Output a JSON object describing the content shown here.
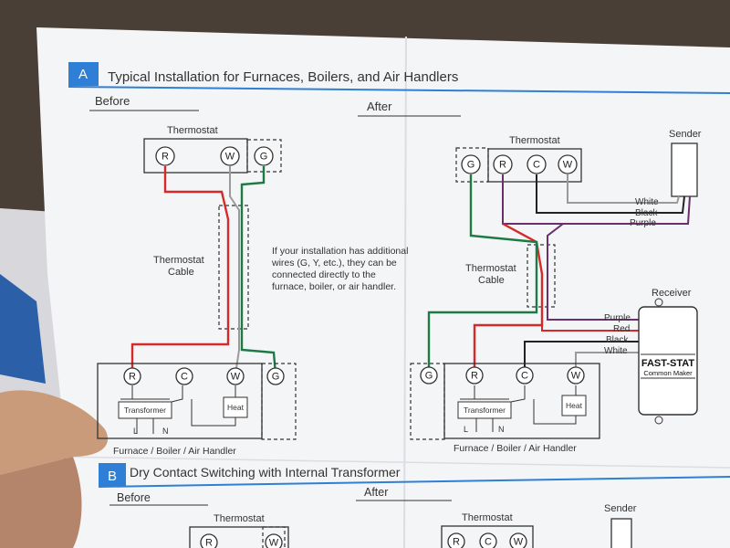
{
  "section_a": {
    "letter": "A",
    "title": "Typical Installation for Furnaces, Boilers, and Air Handlers",
    "before_label": "Before",
    "after_label": "After"
  },
  "before": {
    "thermostat_label": "Thermostat",
    "thermostat_terminals": [
      "R",
      "W",
      "G"
    ],
    "cable_label_line1": "Thermostat",
    "cable_label_line2": "Cable",
    "note_lines": [
      "If your installation has additional",
      "wires (G, Y, etc.), they can be",
      "connected directly to the",
      "furnace, boiler, or air handler."
    ],
    "furnace_terminals": [
      "R",
      "C",
      "W",
      "G"
    ],
    "transformer_label": "Transformer",
    "heat_label": "Heat",
    "line_label": "L",
    "neutral_label": "N",
    "furnace_label": "Furnace / Boiler / Air Handler"
  },
  "after": {
    "thermostat_label": "Thermostat",
    "thermostat_terminals": [
      "G",
      "R",
      "C",
      "W"
    ],
    "sender_label": "Sender",
    "sender_wires": [
      "White",
      "Black",
      "Purple"
    ],
    "cable_label_line1": "Thermostat",
    "cable_label_line2": "Cable",
    "receiver_label": "Receiver",
    "receiver_wires": [
      "Purple",
      "Red",
      "Black",
      "White"
    ],
    "receiver_brand": "FAST-STAT",
    "receiver_subbrand": "Common Maker",
    "furnace_terminals": [
      "G",
      "R",
      "C",
      "W"
    ],
    "transformer_label": "Transformer",
    "heat_label": "Heat",
    "line_label": "L",
    "neutral_label": "N",
    "furnace_label": "Furnace / Boiler / Air Handler"
  },
  "section_b": {
    "letter": "B",
    "title": "Dry Contact Switching with Internal Transformer",
    "before_label": "Before",
    "after_label": "After",
    "thermostat_before_label": "Thermostat",
    "thermostat_after_label": "Thermostat",
    "sender_label": "Sender",
    "before_terminals": [
      "R",
      "W"
    ],
    "after_terminals": [
      "R",
      "C",
      "W"
    ]
  },
  "colors": {
    "accent_blue": "#2f7fd6",
    "wire_red": "#d42a2a",
    "wire_green": "#1e7a45",
    "wire_purple": "#6b2f6b",
    "wire_black": "#222222",
    "wire_white": "#9a9a9a"
  }
}
